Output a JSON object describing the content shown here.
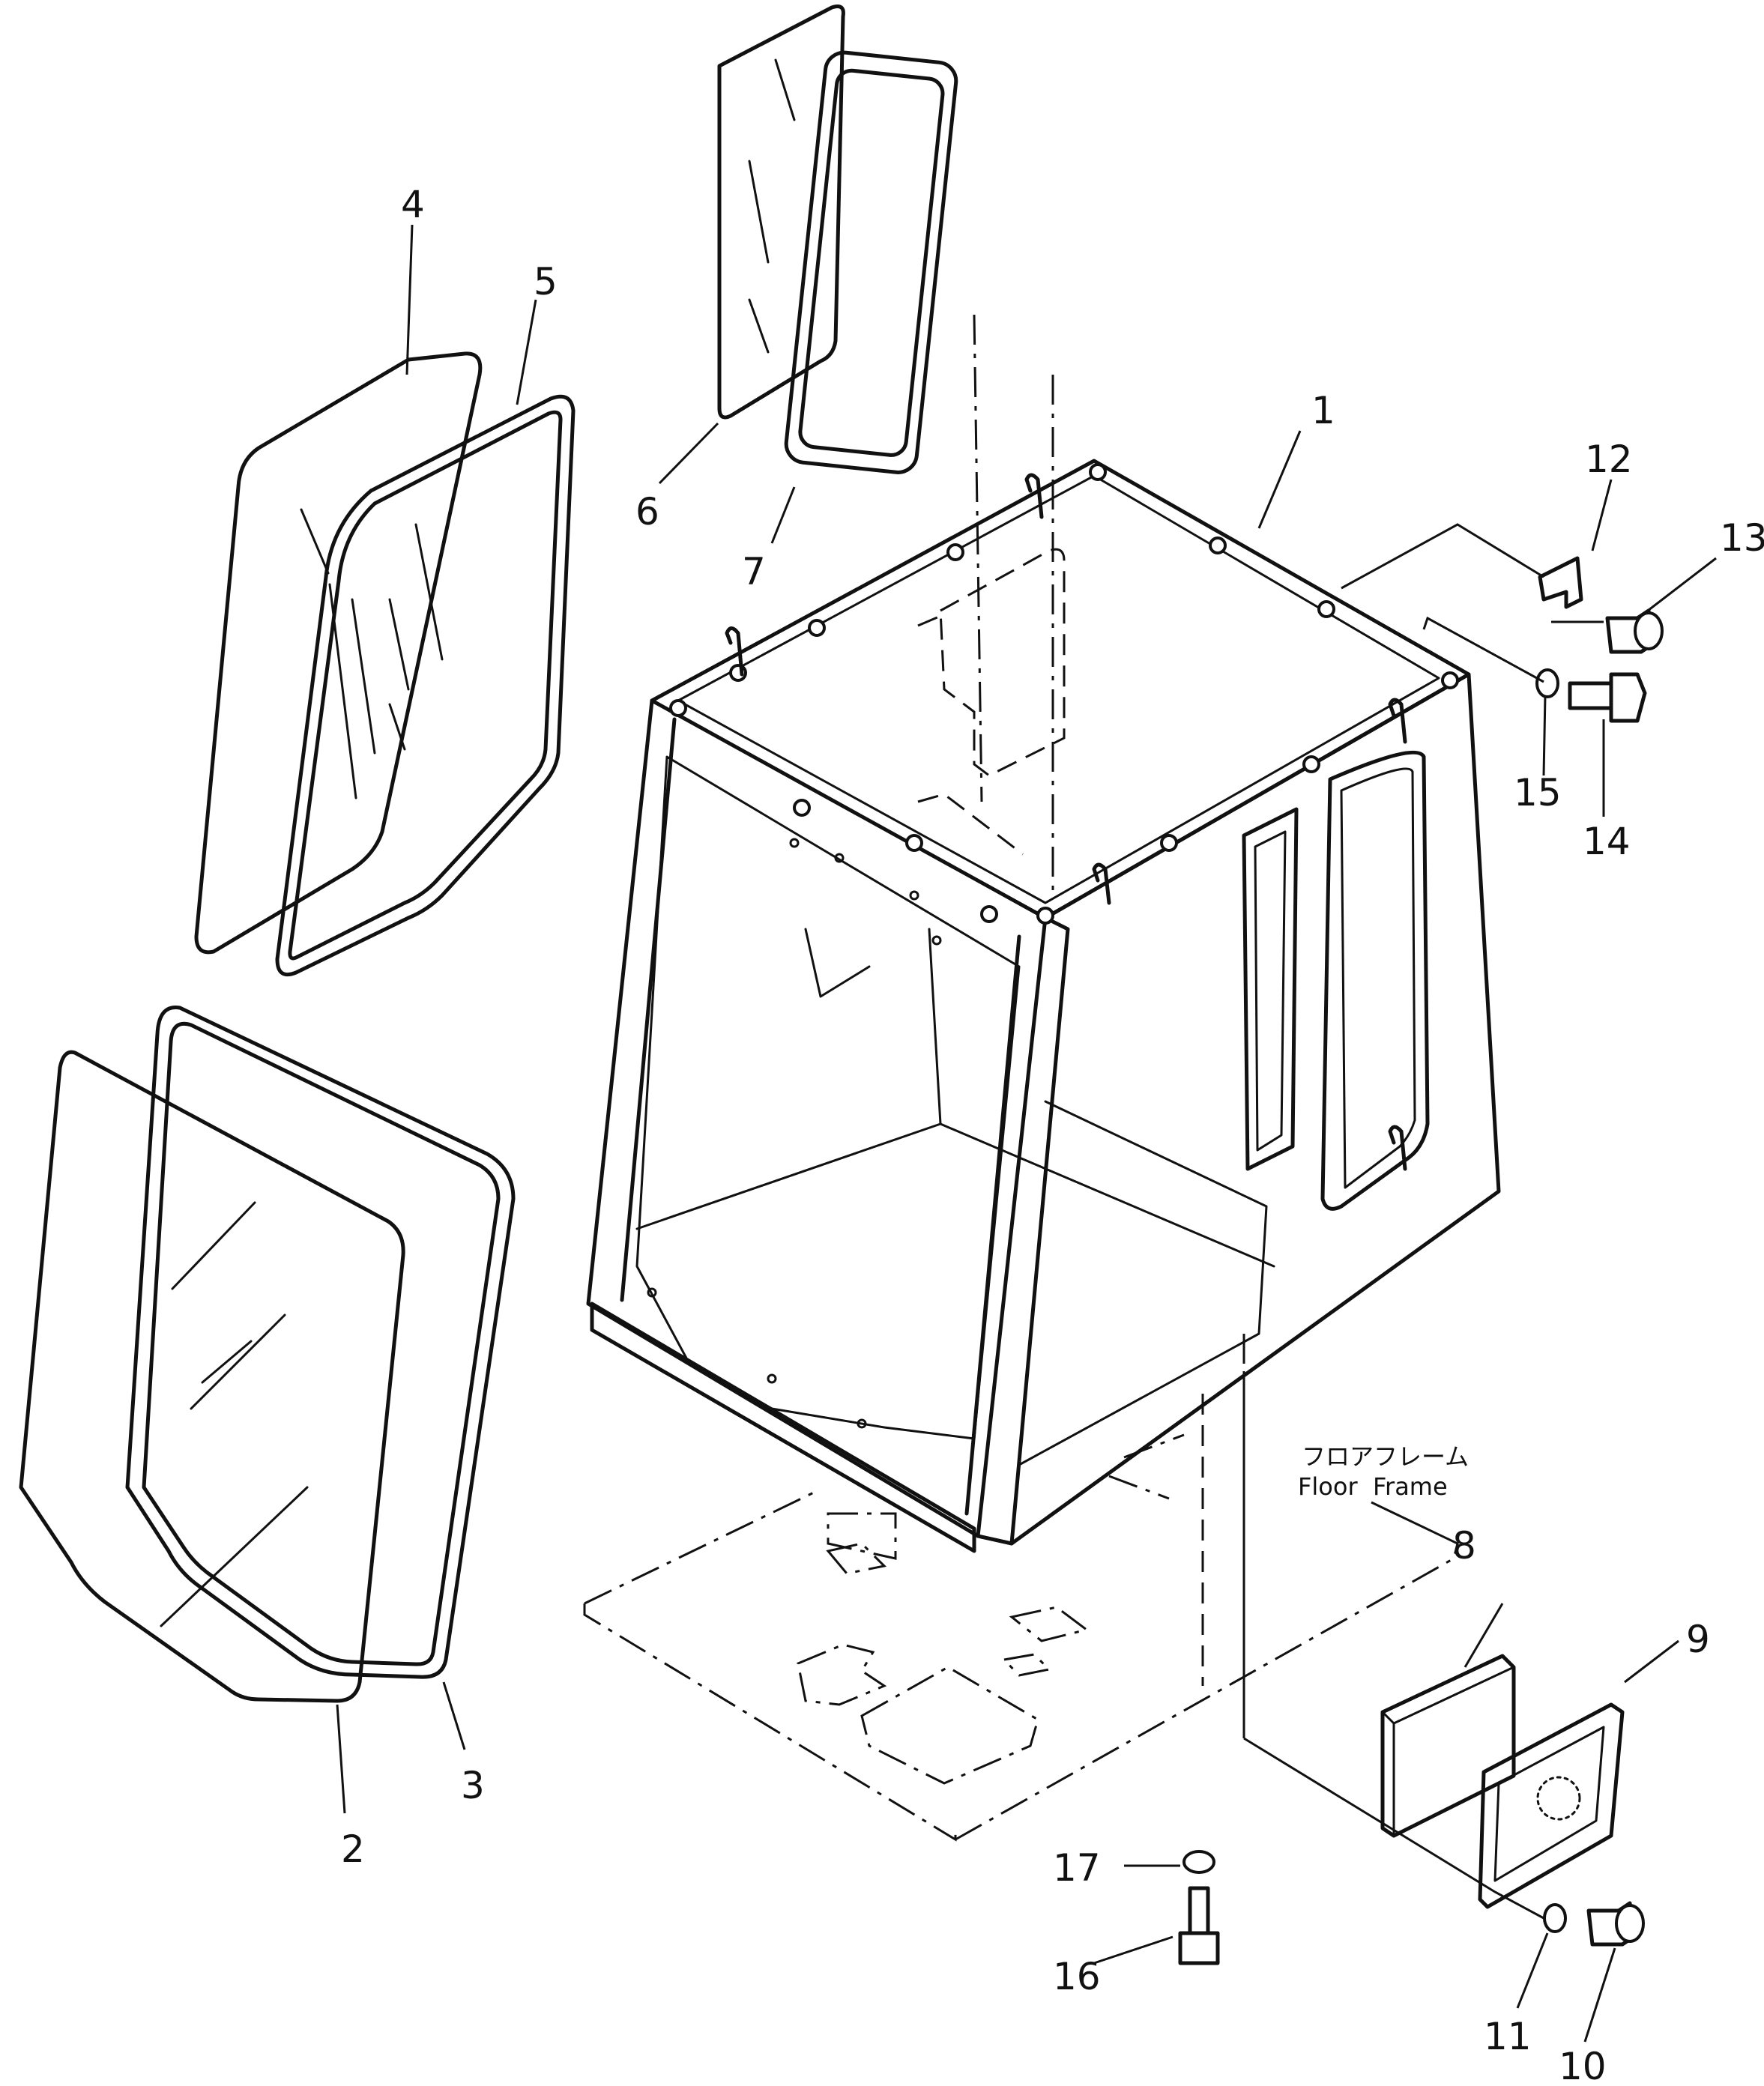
{
  "callouts": [
    {
      "id": "1",
      "text": "1"
    },
    {
      "id": "2",
      "text": "2"
    },
    {
      "id": "3",
      "text": "3"
    },
    {
      "id": "4",
      "text": "4"
    },
    {
      "id": "5",
      "text": "5"
    },
    {
      "id": "6",
      "text": "6"
    },
    {
      "id": "7",
      "text": "7"
    },
    {
      "id": "8",
      "text": "8"
    },
    {
      "id": "9",
      "text": "9"
    },
    {
      "id": "10",
      "text": "10"
    },
    {
      "id": "11",
      "text": "11"
    },
    {
      "id": "12",
      "text": "12"
    },
    {
      "id": "13",
      "text": "13"
    },
    {
      "id": "14",
      "text": "14"
    },
    {
      "id": "15",
      "text": "15"
    },
    {
      "id": "16",
      "text": "16"
    },
    {
      "id": "17",
      "text": "17"
    }
  ],
  "floor_label": {
    "japanese": "フロアフレーム",
    "english": "Floor  Frame"
  }
}
